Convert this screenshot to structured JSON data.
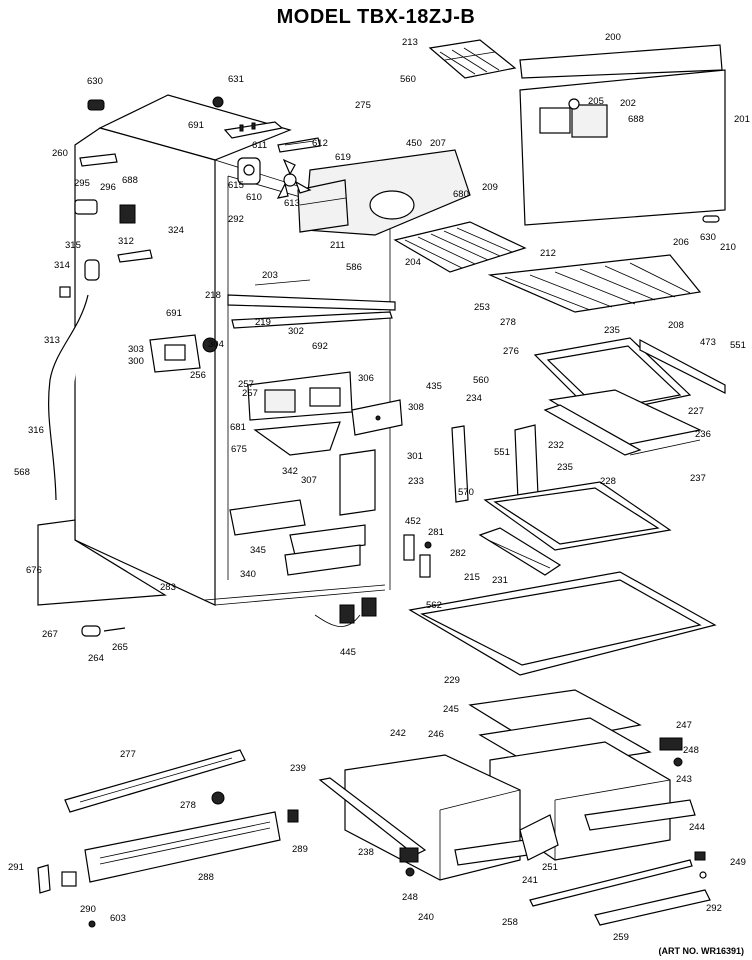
{
  "title": "MODEL TBX-18ZJ-B",
  "art_number": "(ART NO. WR16391)",
  "part_labels": [
    "630",
    "631",
    "691",
    "611",
    "612",
    "613",
    "615",
    "610",
    "292",
    "688",
    "296",
    "295",
    "260",
    "324",
    "315",
    "312",
    "314",
    "313",
    "316",
    "568",
    "676",
    "267",
    "264",
    "265",
    "283",
    "445",
    "213",
    "560",
    "275",
    "450",
    "619",
    "207",
    "680",
    "209",
    "211",
    "586",
    "204",
    "212",
    "200",
    "205",
    "202",
    "688",
    "201",
    "630",
    "206",
    "210",
    "203",
    "219",
    "218",
    "691",
    "303",
    "304",
    "300",
    "257",
    "302",
    "692",
    "256",
    "306",
    "257",
    "681",
    "308",
    "675",
    "342",
    "307",
    "345",
    "340",
    "435",
    "253",
    "278",
    "276",
    "560",
    "234",
    "301",
    "233",
    "570",
    "232",
    "551",
    "235",
    "227",
    "236",
    "237",
    "473",
    "551",
    "208",
    "235",
    "228",
    "452",
    "281",
    "282",
    "215",
    "562",
    "231",
    "229",
    "245",
    "247",
    "246",
    "248",
    "243",
    "242",
    "244",
    "249",
    "251",
    "241",
    "239",
    "238",
    "248",
    "240",
    "258",
    "259",
    "292",
    "277",
    "278",
    "289",
    "288",
    "291",
    "290",
    "603"
  ]
}
